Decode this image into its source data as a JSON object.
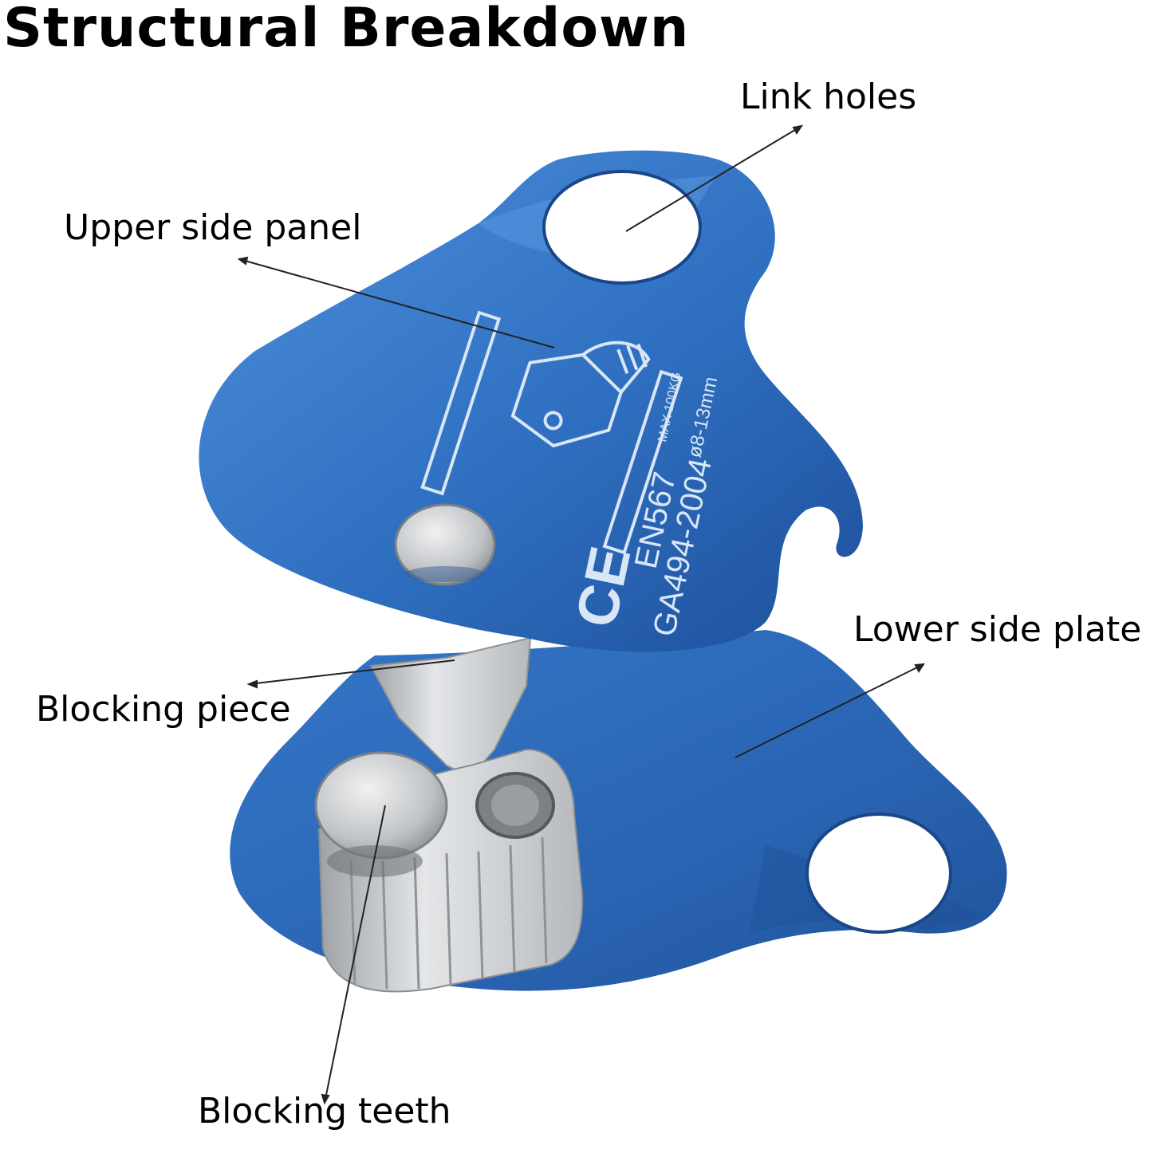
{
  "title": "Structural Breakdown",
  "labels": {
    "link_holes": "Link holes",
    "upper_side_panel": "Upper side panel",
    "lower_side_plate": "Lower side plate",
    "blocking_piece": "Blocking piece",
    "blocking_teeth": "Blocking teeth"
  },
  "engravings": {
    "max_load": "MAX 100KG",
    "rope_diameter": "ø8-13mm",
    "standard": "EN567",
    "ce_mark": "CE",
    "gb_standard": "GA494-2004"
  },
  "colors": {
    "plate_blue": "#2f6fc0",
    "plate_dark": "#1d4f9a",
    "plate_light": "#4d8fdc",
    "metal_silver": "#c9ccce",
    "engraving": "#d8e6f6"
  }
}
